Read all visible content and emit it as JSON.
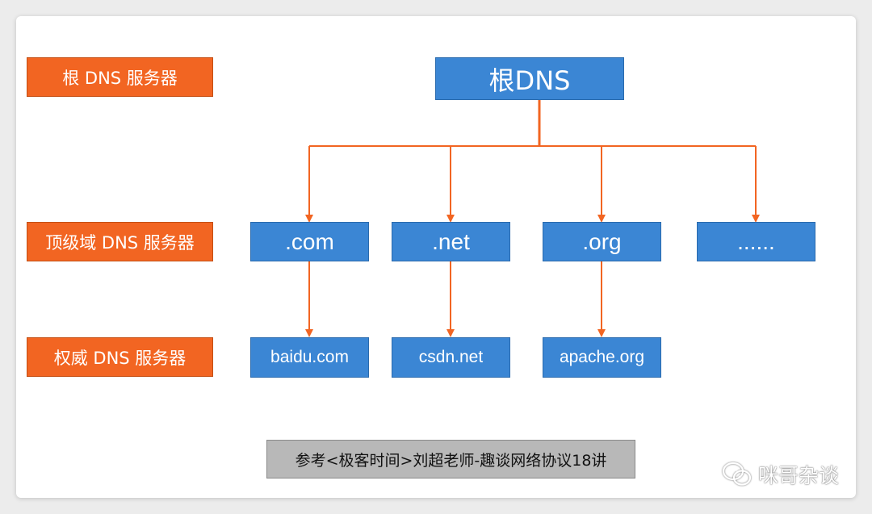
{
  "levels": {
    "root": "根 DNS 服务器",
    "tld": "顶级域 DNS 服务器",
    "authoritative": "权威 DNS 服务器"
  },
  "nodes": {
    "root": "根DNS",
    "tld": [
      ".com",
      ".net",
      ".org",
      "......"
    ],
    "authoritative": [
      "baidu.com",
      "csdn.net",
      "apache.org"
    ]
  },
  "reference": "参考<极客时间>刘超老师-趣谈网络协议18讲",
  "watermark": {
    "text": "咪哥杂谈",
    "icon": "wechat-icon"
  },
  "colors": {
    "label_bg": "#f26522",
    "node_bg": "#3b86d4",
    "arrow": "#f26522",
    "reference_bg": "#b8b8b8"
  }
}
